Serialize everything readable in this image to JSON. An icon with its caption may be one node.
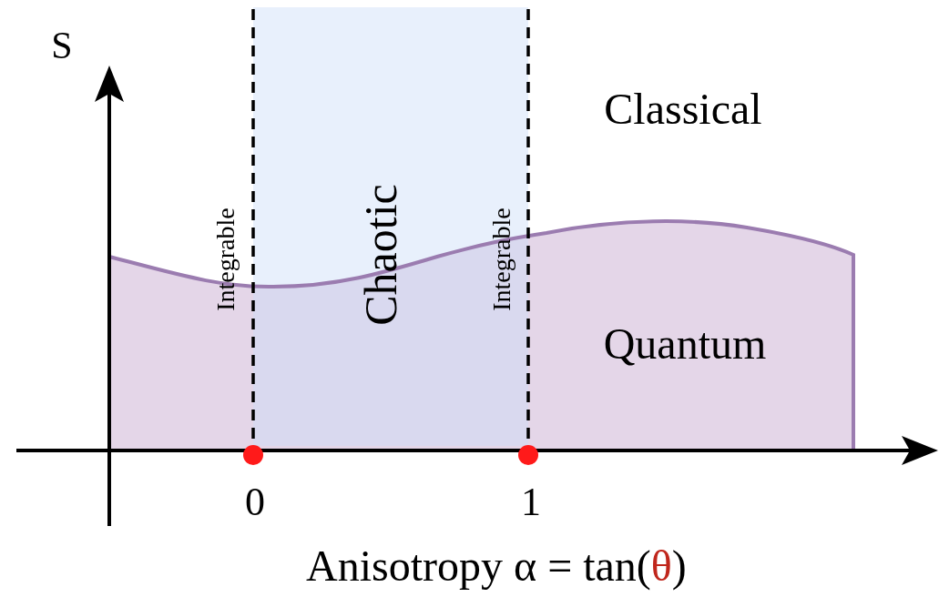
{
  "diagram": {
    "labels": [
      "S",
      "Classical",
      "Integrable",
      "Chaotic",
      "Integrable",
      "Quantum",
      "0",
      "1",
      "Anisotropy α = tan(",
      "θ",
      ")"
    ]
  }
}
